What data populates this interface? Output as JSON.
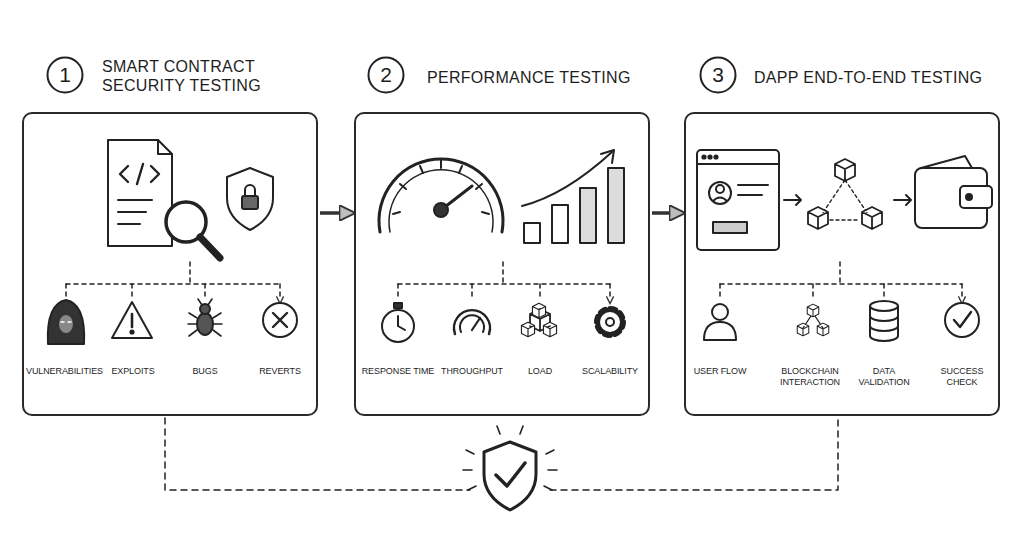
{
  "diagram": {
    "nodes": [
      {
        "text": [
          "1"
        ]
      },
      {
        "text": [
          "SMART CONTRACT SECURITY TESTING"
        ]
      },
      {
        "text": [
          "2"
        ]
      },
      {
        "text": [
          "PERFORMANCE TESTING"
        ]
      },
      {
        "text": [
          "3"
        ]
      },
      {
        "text": [
          "DAPP END-TO-END TESTING"
        ]
      }
    ],
    "edges": [
      {
        "from": 1,
        "to": 3,
        "arrow": "to"
      },
      {
        "from": 3,
        "to": 5,
        "arrow": "to"
      }
    ],
    "labels": [
      "VULNERABILITIES",
      "EXPLOITS",
      "BUGS",
      "REVERTS",
      "RESPONSE TIME",
      "THROUGHPUT",
      "LOAD",
      "SCALABILITY",
      "USER FLOW",
      "BLOCKCHAIN INTERACTION",
      "DATA VALIDATION",
      "SUCCESS CHECK"
    ]
  }
}
